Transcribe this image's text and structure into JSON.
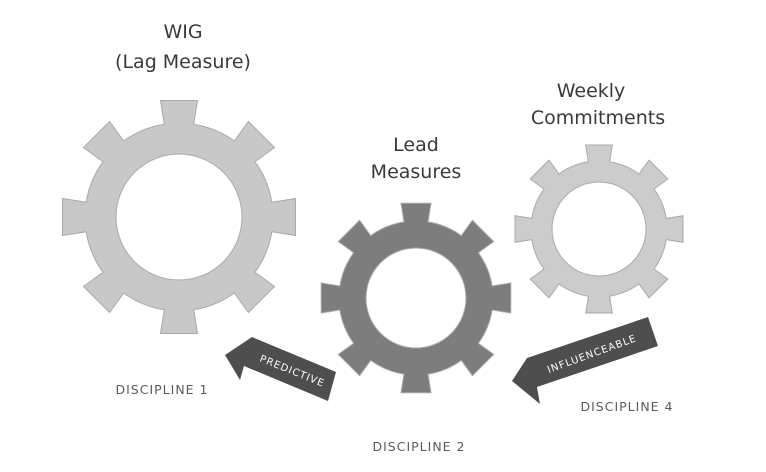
{
  "gears": [
    {
      "id": "wig",
      "title_lines": [
        "WIG",
        "(Lag Measure)"
      ],
      "color": "#c8c8c8"
    },
    {
      "id": "lead",
      "title_lines": [
        "Lead",
        "Measures"
      ],
      "color": "#7d7d7d"
    },
    {
      "id": "weekly",
      "title_lines": [
        "Weekly",
        "Commitments"
      ],
      "color": "#cccccc"
    }
  ],
  "arrows": [
    {
      "id": "predictive",
      "label": "PREDICTIVE",
      "color": "#4e4e4e"
    },
    {
      "id": "influenceable",
      "label": "INFLUENCEABLE",
      "color": "#4e4e4e"
    }
  ],
  "disciplines": [
    {
      "id": "d1",
      "label": "DISCIPLINE 1"
    },
    {
      "id": "d2",
      "label": "DISCIPLINE 2"
    },
    {
      "id": "d4",
      "label": "DISCIPLINE 4"
    }
  ],
  "colors": {
    "background": "#ffffff",
    "gear_outline": "#a9a9a9",
    "text": "#3a3a3a"
  }
}
